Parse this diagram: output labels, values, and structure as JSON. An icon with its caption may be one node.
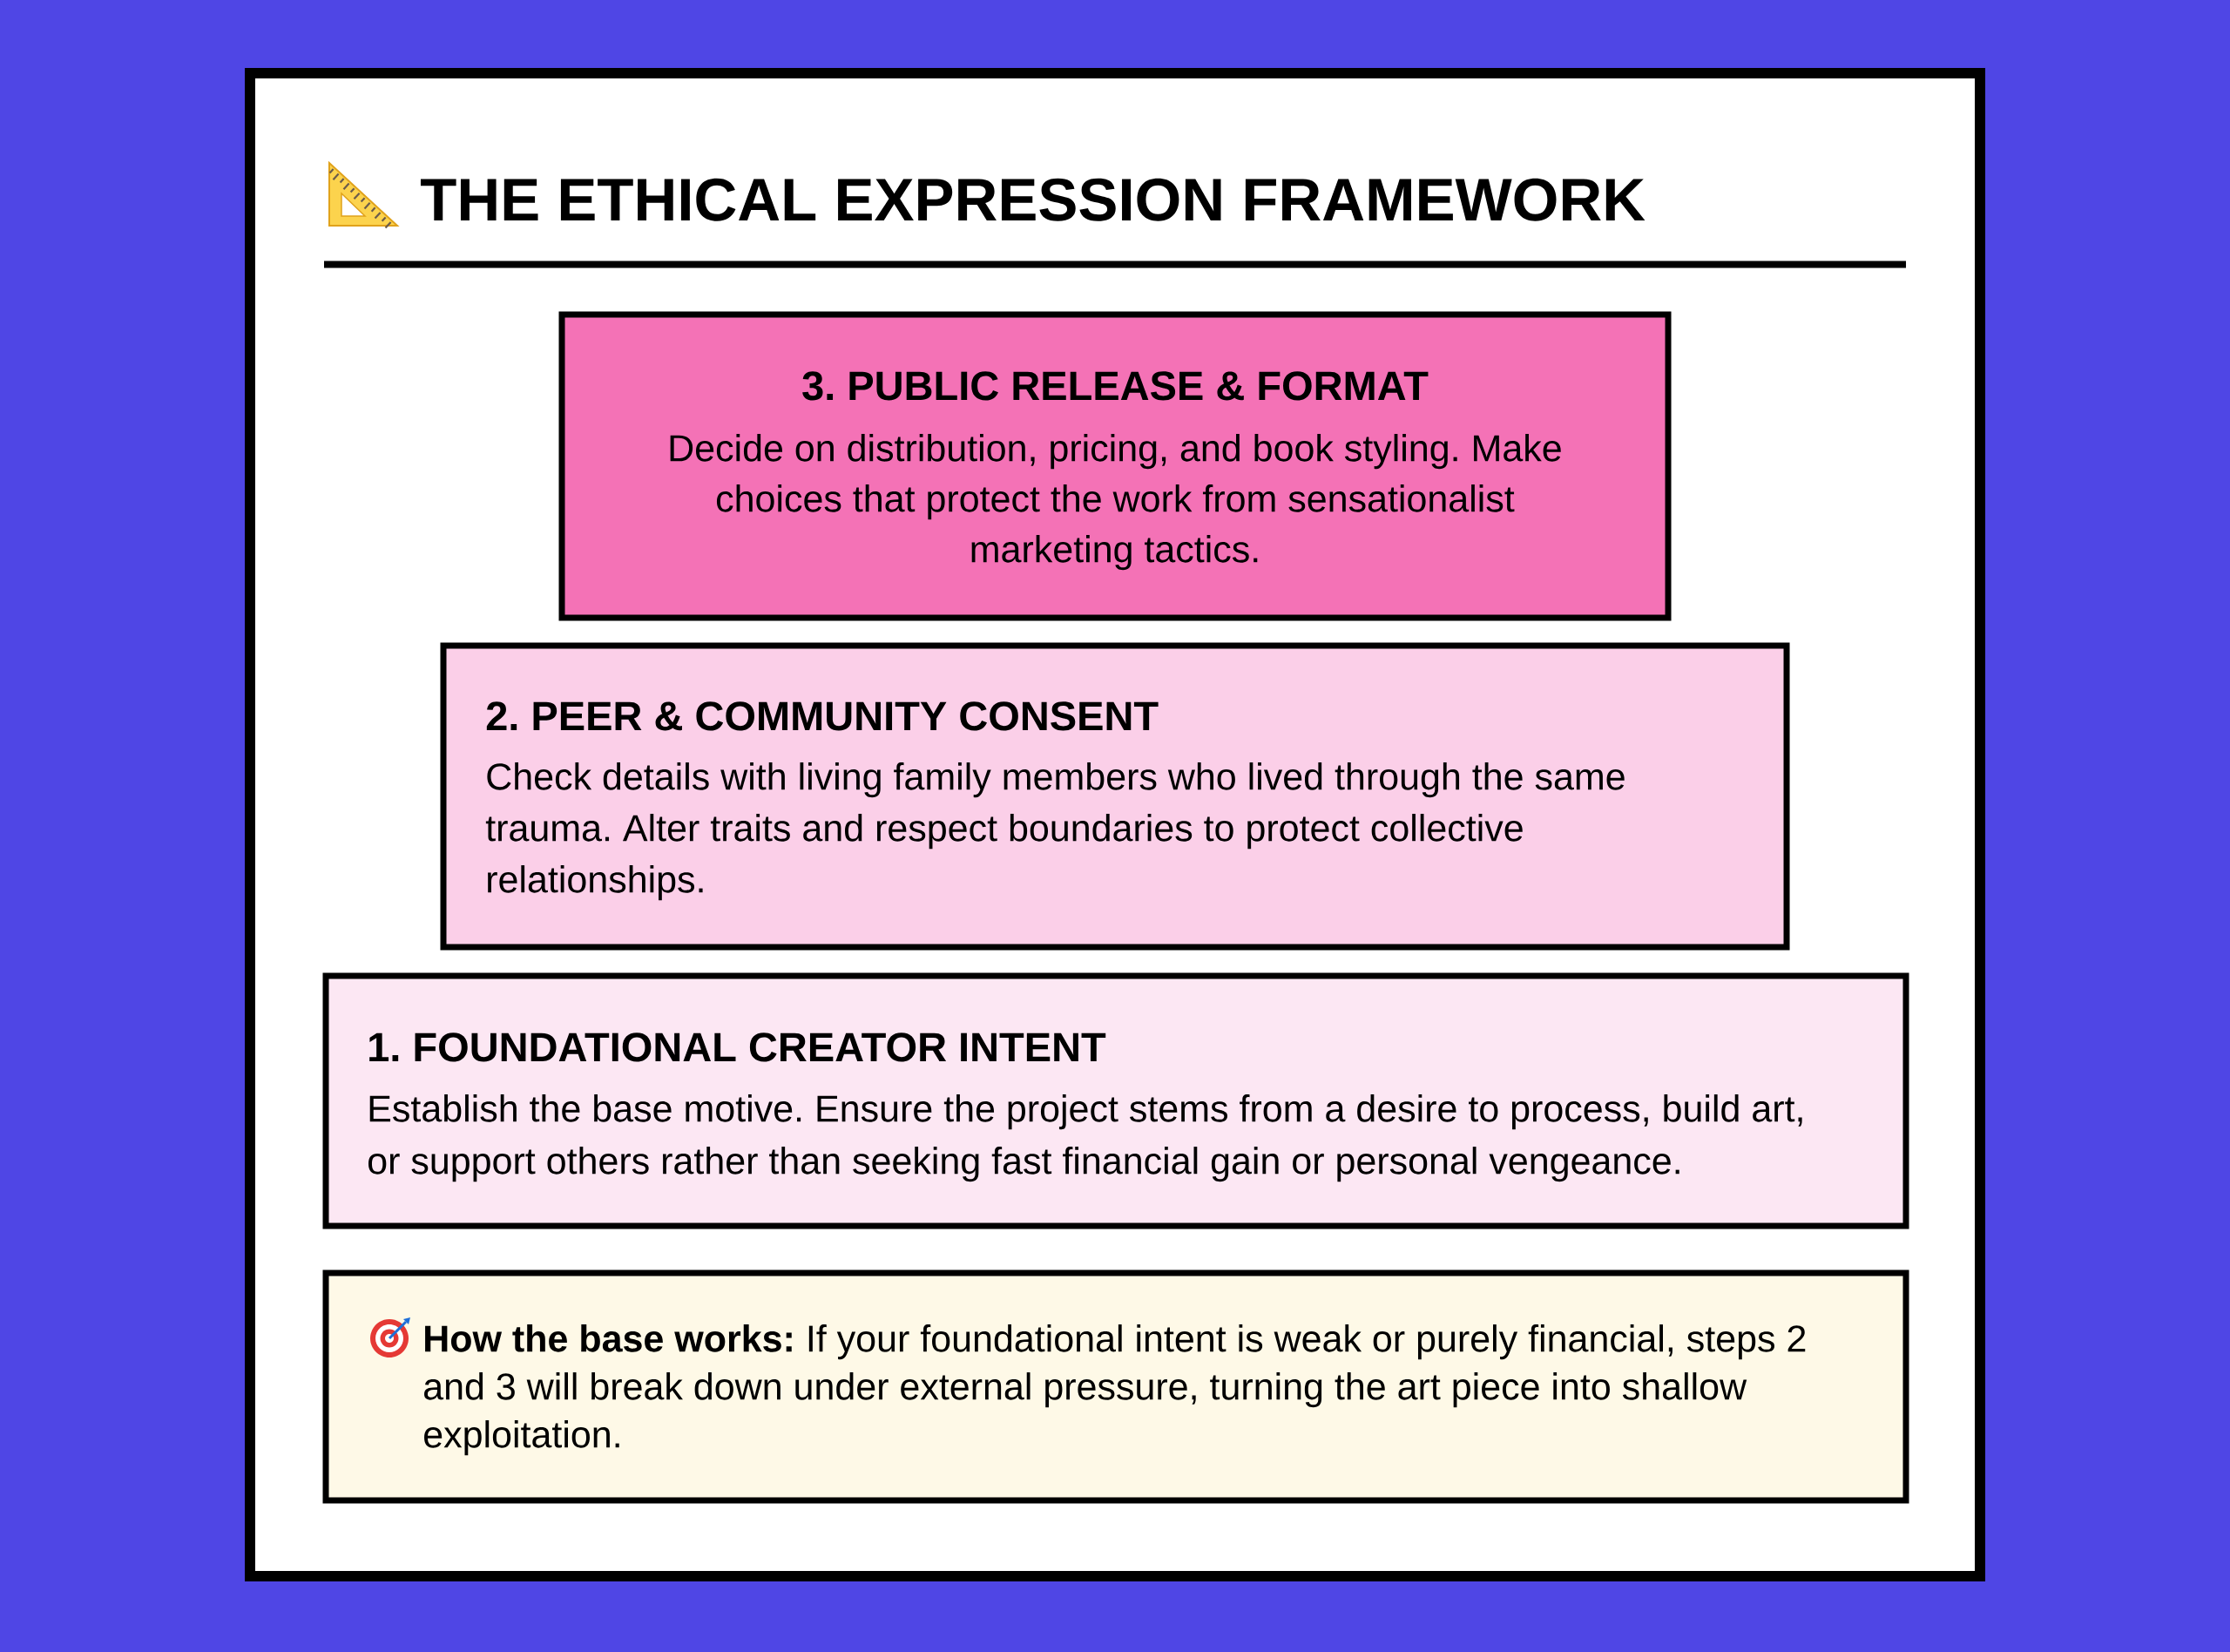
{
  "diagram": {
    "title": "THE ETHICAL EXPRESSION FRAMEWORK",
    "nodes": [
      {
        "text": [
          "3. PUBLIC RELEASE & FORMAT",
          "Decide on distribution, pricing, and book styling. Make choices that protect the work from sensationalist marketing tactics."
        ]
      },
      {
        "text": [
          "2. PEER & COMMUNITY CONSENT",
          "Check details with living family members who lived through the same trauma. Alter traits and respect boundaries to protect collective relationships."
        ]
      },
      {
        "text": [
          "1. FOUNDATIONAL CREATOR INTENT",
          "Establish the base motive. Ensure the project stems from a desire to process, build art, or support others rather than seeking fast financial gain or personal vengeance."
        ]
      },
      {
        "text": [
          "**How the base works:** If your foundational intent is weak or purely financial, steps 2 and 3 will break down under external pressure, turning the art piece into shallow exploitation."
        ]
      }
    ]
  }
}
